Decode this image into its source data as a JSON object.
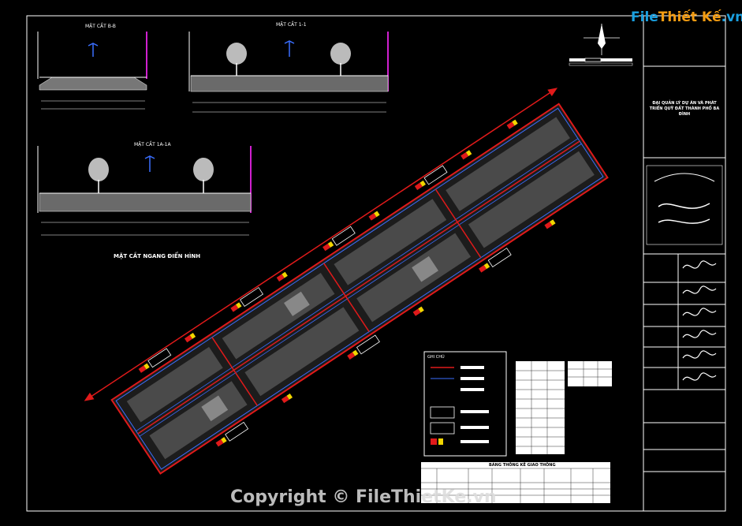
{
  "site_logo": {
    "part1": "File",
    "part2": "Thiết Kế",
    "part3": ".vn"
  },
  "watermark": "Copyright © FileThietKe.vn",
  "sections": {
    "sec_b": "MẶT CẮT B-B",
    "sec_11": "MẶT CẮT 1-1",
    "sec_1a": "MẶT CẮT 1A-1A",
    "typical": "MẶT CẮT NGANG ĐIỂN HÌNH"
  },
  "title_block": {
    "project": "ĐẠI QUẢN LÝ DỰ ÁN VÀ PHÁT TRIỂN QUỸ ĐẤT THÀNH PHỐ BA ĐÌNH"
  },
  "legend": {
    "title": "GHI CHÚ"
  },
  "traffic_table": {
    "title": "BẢNG THỐNG KÊ GIAO THÔNG"
  },
  "colors": {
    "road": "#e01a1a",
    "road_edge": "#3a6fff",
    "lot": "#555555",
    "frame": "#ffffff",
    "tag_red": "#e01a1a",
    "tag_yellow": "#f2d600"
  }
}
